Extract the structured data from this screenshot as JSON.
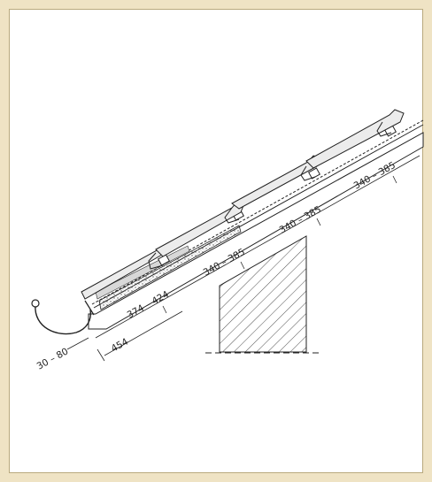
{
  "diagram": {
    "dimensions": {
      "eave_overhang": "30 – 80",
      "first_batten": "454",
      "first_row": "374 – 424",
      "row_2": "340 – 385",
      "row_3": "340 – 385",
      "row_4": "340 – 385"
    },
    "colors": {
      "background": "#efe3c4",
      "frame_border": "#b9a97d",
      "line": "#222222",
      "tile_fill": "#ececec",
      "membrane_fill": "#d8d8d8"
    }
  }
}
